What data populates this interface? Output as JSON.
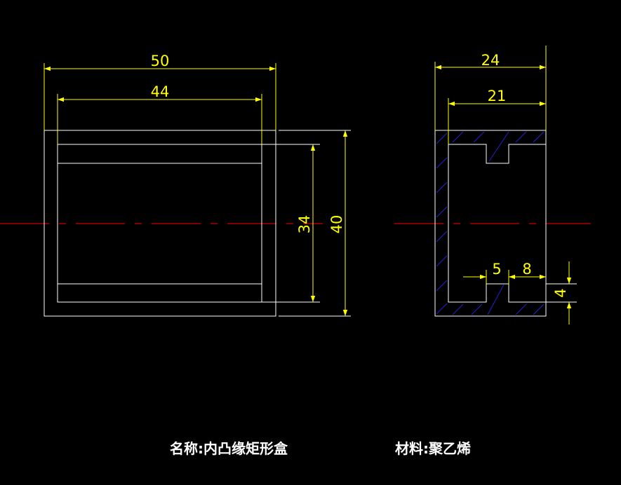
{
  "colors": {
    "background": "#000000",
    "outline": "#ffffff",
    "dimension": "#ffff00",
    "centerline": "#cc0000",
    "hatch": "#2222cc"
  },
  "front_view": {
    "dimensions": {
      "overall_width": "50",
      "inner_width": "44",
      "inner_height": "34",
      "overall_height": "40"
    }
  },
  "side_view": {
    "dimensions": {
      "overall_depth": "24",
      "inner_depth": "21",
      "rib_width": "5",
      "rib_offset": "8",
      "rib_height": "4"
    }
  },
  "title_block": {
    "name_label": "名称",
    "name_value": "内凸缘矩形盒",
    "material_label": "材料",
    "material_value": "聚乙烯",
    "separator": ":"
  }
}
